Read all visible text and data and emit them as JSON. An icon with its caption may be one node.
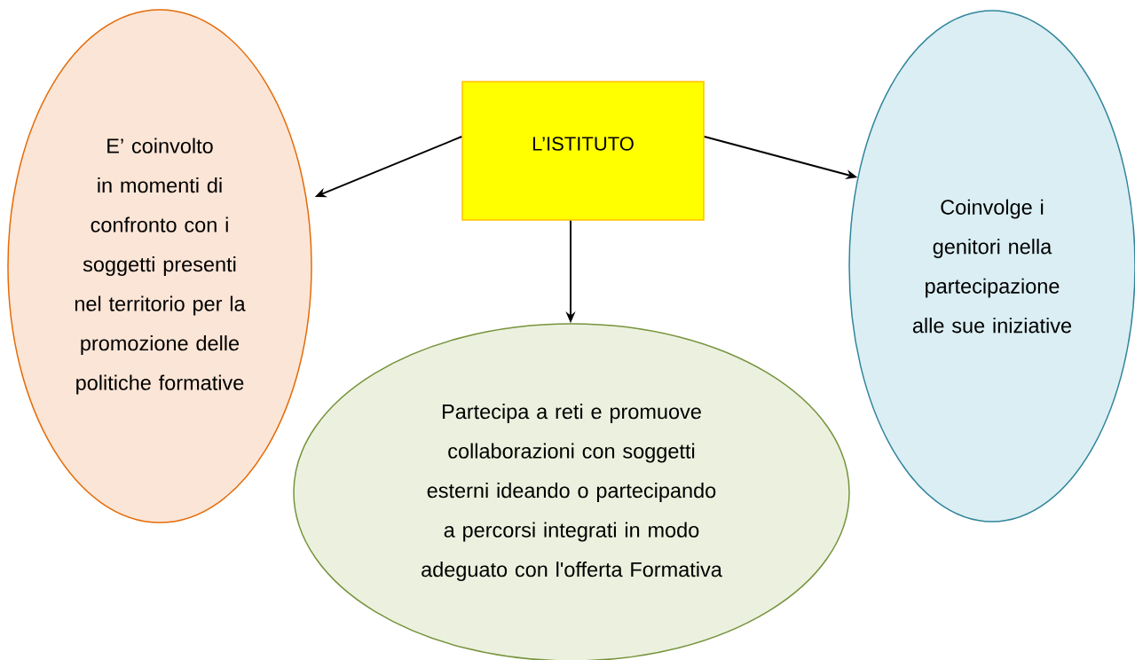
{
  "diagram": {
    "nodes": [
      {
        "text": [
          "L’ISTITUTO"
        ]
      },
      {
        "text": [
          "E’ coinvolto in momenti di confronto con i soggetti presenti nel territorio per la promozione delle politiche formative"
        ]
      },
      {
        "text": [
          "Partecipa a reti e promuove collaborazioni con soggetti esterni ideando o partecipando a percorsi integrati in modo adeguato con l'offerta Formativa"
        ]
      },
      {
        "text": [
          "Coinvolge i genitori nella partecipazione alle sue iniziative"
        ]
      }
    ],
    "edges": [
      {
        "from": 0,
        "to": 1,
        "arrow": "to"
      },
      {
        "from": 0,
        "to": 2,
        "arrow": "to"
      },
      {
        "from": 0,
        "to": 3,
        "arrow": "to"
      }
    ]
  }
}
